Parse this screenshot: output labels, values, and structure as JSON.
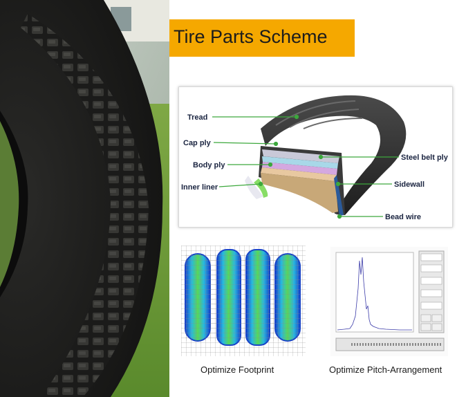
{
  "title": "Tire Parts Scheme",
  "tire_labels": {
    "tread": "Tread",
    "cap_ply": "Cap ply",
    "body_ply": "Body ply",
    "inner_liner": "Inner liner",
    "steel_belt_ply": "Steel belt ply",
    "sidewall": "Sidewall",
    "bead_wire": "Bead wire"
  },
  "captions": {
    "footprint": "Optimize Footprint",
    "pitch": "Optimize Pitch-Arrangement"
  },
  "colors": {
    "banner": "#f5a800",
    "callout_line": "#3ca83c",
    "label_text": "#1a2440"
  }
}
